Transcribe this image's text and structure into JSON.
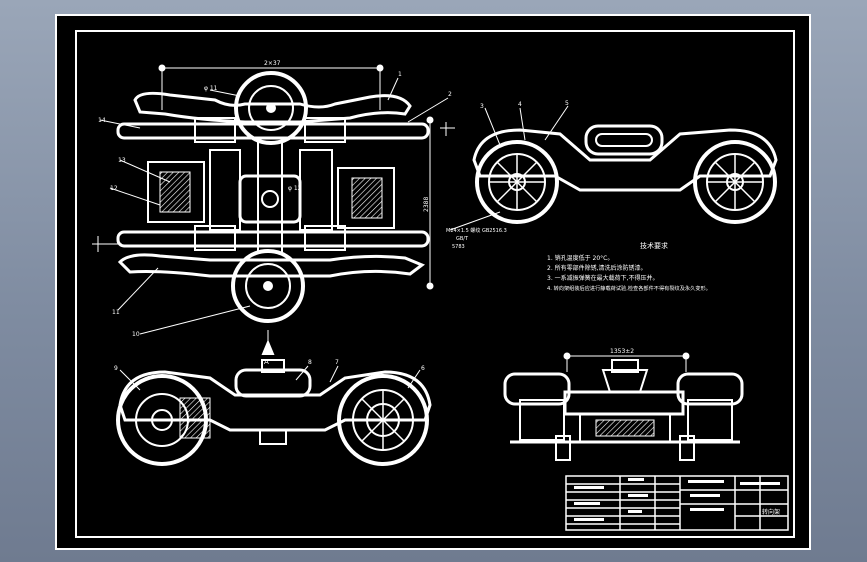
{
  "drawing": {
    "dim_top": "2×37",
    "dim_bore_top": "φ 11",
    "dim_bore_center": "φ 12",
    "dim_side": "2388",
    "dim_front_view": "1353±2",
    "callout_a": "A",
    "part_numbers": [
      "1",
      "2",
      "3",
      "4",
      "5",
      "6",
      "7",
      "8",
      "9",
      "10",
      "11",
      "12",
      "13",
      "14"
    ],
    "note_block": {
      "line1": "M24×1.5 螺纹 GB2516.3",
      "line2": "GB/T",
      "line3": "5783"
    }
  },
  "tech_requirements": {
    "title": "技术要求",
    "items": [
      "1. 销孔温度低于 20°C。",
      "2. 所有零部件除锈,清洗后涂防锈漆。",
      "3. 一系减振弹簧在最大载荷下,不得压并。",
      "4. 转向架组装后应进行静载荷试验,检查各部件不得有裂纹及永久变形。"
    ]
  },
  "title_block": {
    "label": "转向架"
  },
  "colors": {
    "line": "#ffffff",
    "sheet": "#000000",
    "background": "#8894a8",
    "hatch": "#c8c8c8"
  }
}
